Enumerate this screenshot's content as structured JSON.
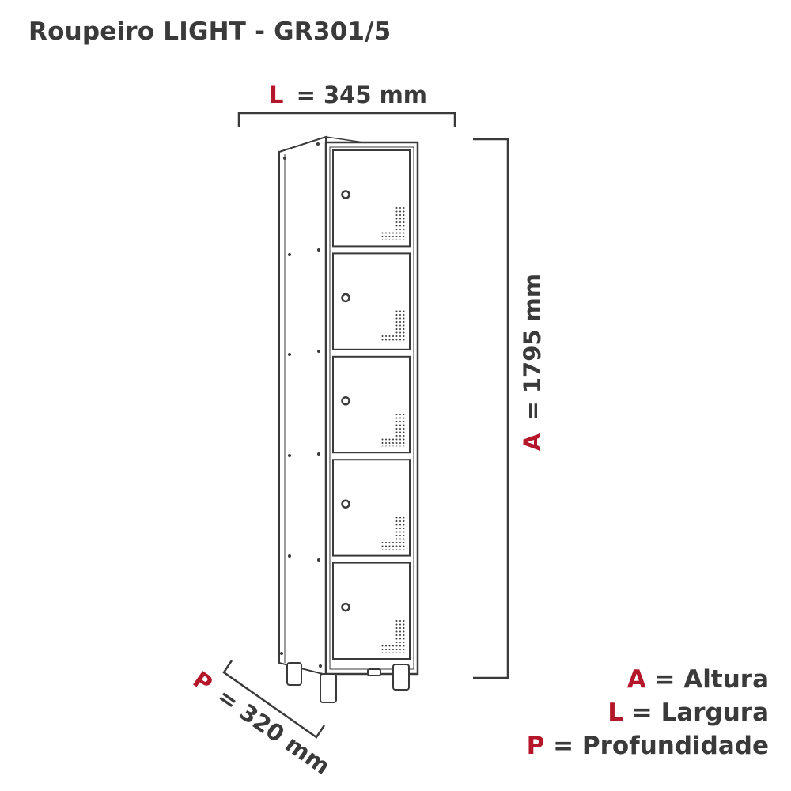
{
  "title": "Roupeiro LIGHT - GR301/5",
  "colors": {
    "accent": "#b5172a",
    "text": "#3a3a3a",
    "line": "#3a3a3a"
  },
  "dimensions": {
    "width": {
      "letter": "L",
      "value": "= 345 mm"
    },
    "height": {
      "letter": "A",
      "value": "= 1795 mm"
    },
    "depth": {
      "letter": "P",
      "value": "= 320 mm"
    }
  },
  "legend": [
    {
      "letter": "A",
      "text": "= Altura"
    },
    {
      "letter": "L",
      "text": "= Largura"
    },
    {
      "letter": "P",
      "text": "= Profundidade"
    }
  ],
  "locker": {
    "door_count": 5
  }
}
